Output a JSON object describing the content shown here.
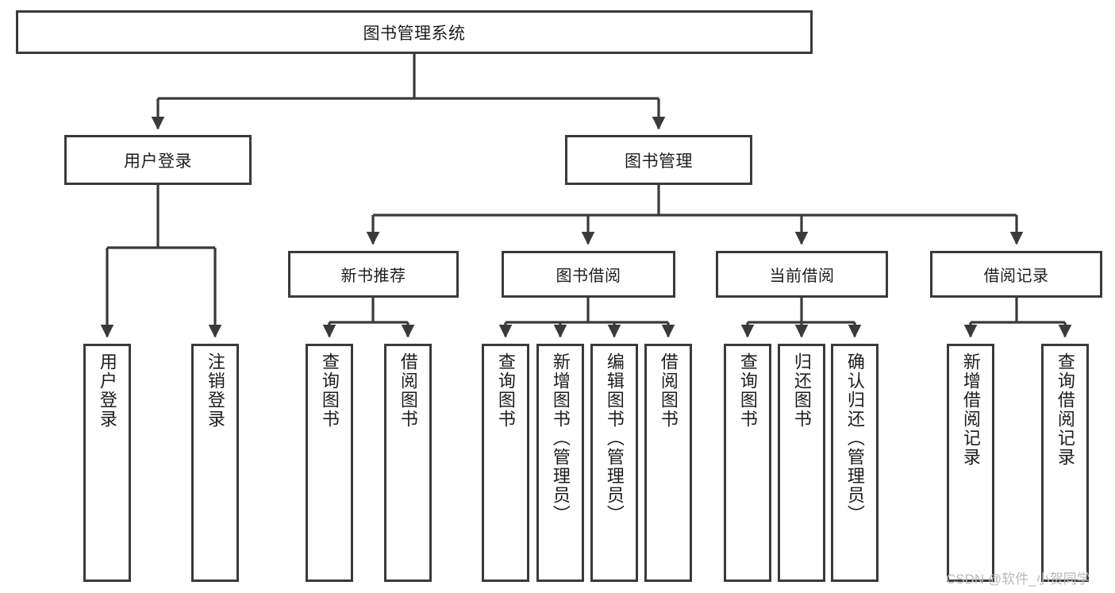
{
  "diagram": {
    "title": "图书管理系统",
    "type": "tree-hierarchy-chart",
    "watermark": "CSDN @软件_小贺同学",
    "colors": {
      "border": "#3a3a3a",
      "edge": "#3a3a3a",
      "background": "#ffffff",
      "text": "#1d1d1d",
      "watermark": "#b9b9b9"
    }
  },
  "nodes": {
    "root": {
      "label": "图书管理系统"
    },
    "level2": [
      {
        "id": "user-login",
        "label": "用户登录"
      },
      {
        "id": "book-management",
        "label": "图书管理"
      }
    ],
    "level3": [
      {
        "id": "new-book-recommend",
        "label": "新书推荐"
      },
      {
        "id": "book-borrow",
        "label": "图书借阅"
      },
      {
        "id": "current-borrow",
        "label": "当前借阅"
      },
      {
        "id": "borrow-record",
        "label": "借阅记录"
      }
    ],
    "leaves": [
      {
        "id": "leaf-user-login",
        "label": "用户登录"
      },
      {
        "id": "leaf-user-logout",
        "label": "注销登录"
      },
      {
        "id": "leaf-query-book-1",
        "label": "查询图书"
      },
      {
        "id": "leaf-borrow-book-1",
        "label": "借阅图书"
      },
      {
        "id": "leaf-query-book-2",
        "label": "查询图书"
      },
      {
        "id": "leaf-add-book",
        "label": "新增图书（管理员）"
      },
      {
        "id": "leaf-edit-book",
        "label": "编辑图书（管理员）"
      },
      {
        "id": "leaf-borrow-book-2",
        "label": "借阅图书"
      },
      {
        "id": "leaf-query-book-3",
        "label": "查询图书"
      },
      {
        "id": "leaf-return-book",
        "label": "归还图书"
      },
      {
        "id": "leaf-confirm-return",
        "label": "确认归还（管理员）"
      },
      {
        "id": "leaf-add-record",
        "label": "新增借阅记录"
      },
      {
        "id": "leaf-query-record",
        "label": "查询借阅记录"
      }
    ]
  }
}
